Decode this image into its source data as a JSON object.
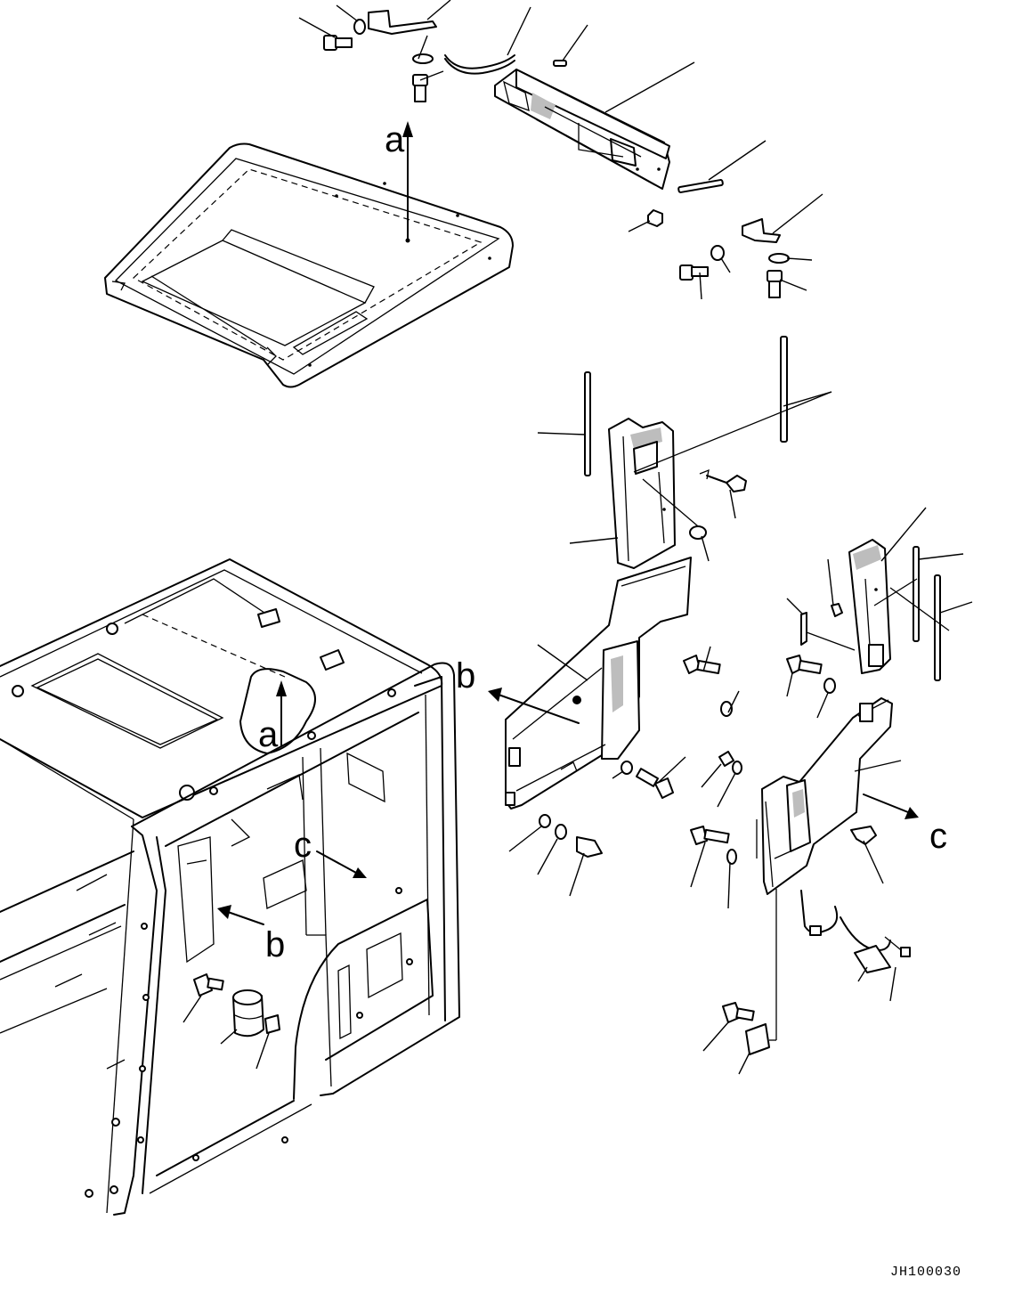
{
  "diagram": {
    "drawing_code": "JH100030",
    "view_labels": {
      "a_top": "a",
      "a_cab": "a",
      "b_panel": "b",
      "b_cab": "b",
      "c_panel": "c",
      "c_cab": "c"
    }
  }
}
